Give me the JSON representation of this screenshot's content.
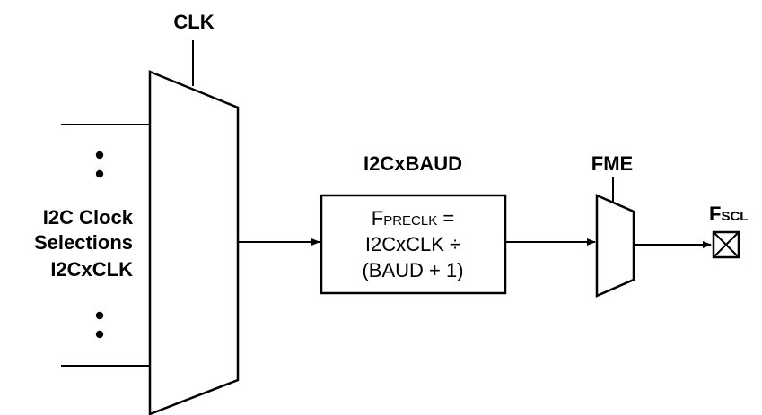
{
  "diagram": {
    "clk_label": "CLK",
    "left_label": {
      "line1": "I2C Clock",
      "line2": "Selections",
      "line3": "I2CxCLK"
    },
    "baud_label": "I2CxBAUD",
    "baud_box": {
      "line1_main": "F",
      "line1_sub": "PRECLK",
      "line1_tail": " =",
      "line2": "I2CxCLK ÷",
      "line3": "(BAUD + 1)"
    },
    "fme_label": "FME",
    "fscl_label": {
      "main": "F",
      "sub": "SCL"
    }
  }
}
